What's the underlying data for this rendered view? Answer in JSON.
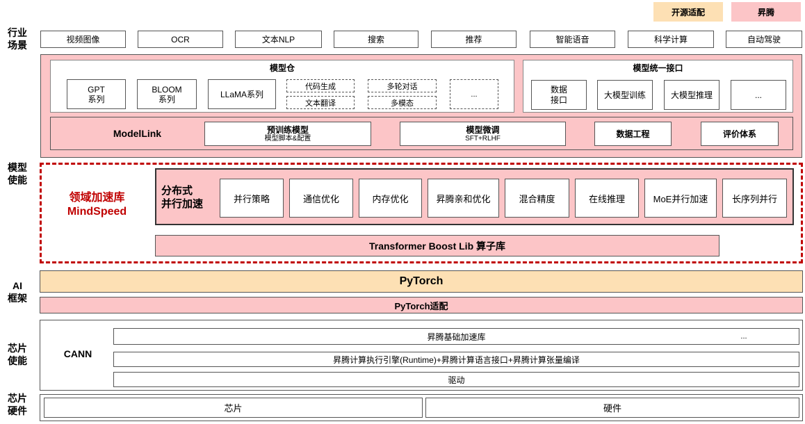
{
  "legend": {
    "open_source": "开源适配",
    "ascend": "昇腾",
    "open_color": "#fde0b4",
    "ascend_color": "#fcc5c7"
  },
  "sides": {
    "industry": "行业\n场景",
    "model": "模型\n使能",
    "ai": "AI\n框架",
    "chip_enable": "芯片\n使能",
    "chip_hw": "芯片\n硬件"
  },
  "industry": [
    "视频图像",
    "OCR",
    "文本NLP",
    "搜索",
    "推荐",
    "智能语音",
    "科学计算",
    "自动驾驶"
  ],
  "model_repo": {
    "title": "模型仓",
    "gpt": "GPT\n系列",
    "bloom": "BLOOM\n系列",
    "llama": "LLaMA系列",
    "code_gen": "代码生成",
    "translate": "文本翻译",
    "multi_dialog": "多轮对话",
    "multimodal": "多模态",
    "more": "..."
  },
  "unified_api": {
    "title": "模型统一接口",
    "data_api": "数据\n接口",
    "train": "大模型训练",
    "infer": "大模型推理",
    "more": "..."
  },
  "modellink": {
    "label": "ModelLink",
    "pretrain_title": "预训练模型",
    "pretrain_sub": "模型脚本&配置",
    "finetune_title": "模型微调",
    "finetune_sub": "SFT+RLHF",
    "data_eng": "数据工程",
    "eval": "评价体系"
  },
  "mindspeed": {
    "label_cn": "领域加速库",
    "label_en": "MindSpeed",
    "dist_label": "分布式\n并行加速",
    "items": [
      "并行策略",
      "通信优化",
      "内存优化",
      "昇腾亲和优化",
      "混合精度",
      "在线推理",
      "MoE并行加速",
      "长序列并行"
    ],
    "boost": "Transformer Boost Lib 算子库"
  },
  "pytorch": {
    "main": "PyTorch",
    "adapt": "PyTorch适配"
  },
  "cann": {
    "label": "CANN",
    "base_lib": "昇腾基础加速库",
    "base_more": "...",
    "runtime": "昇腾计算执行引擎(Runtime)+昇腾计算语言接口+昇腾计算张量编译",
    "driver": "驱动"
  },
  "hardware": {
    "chip": "芯片",
    "hw": "硬件"
  }
}
